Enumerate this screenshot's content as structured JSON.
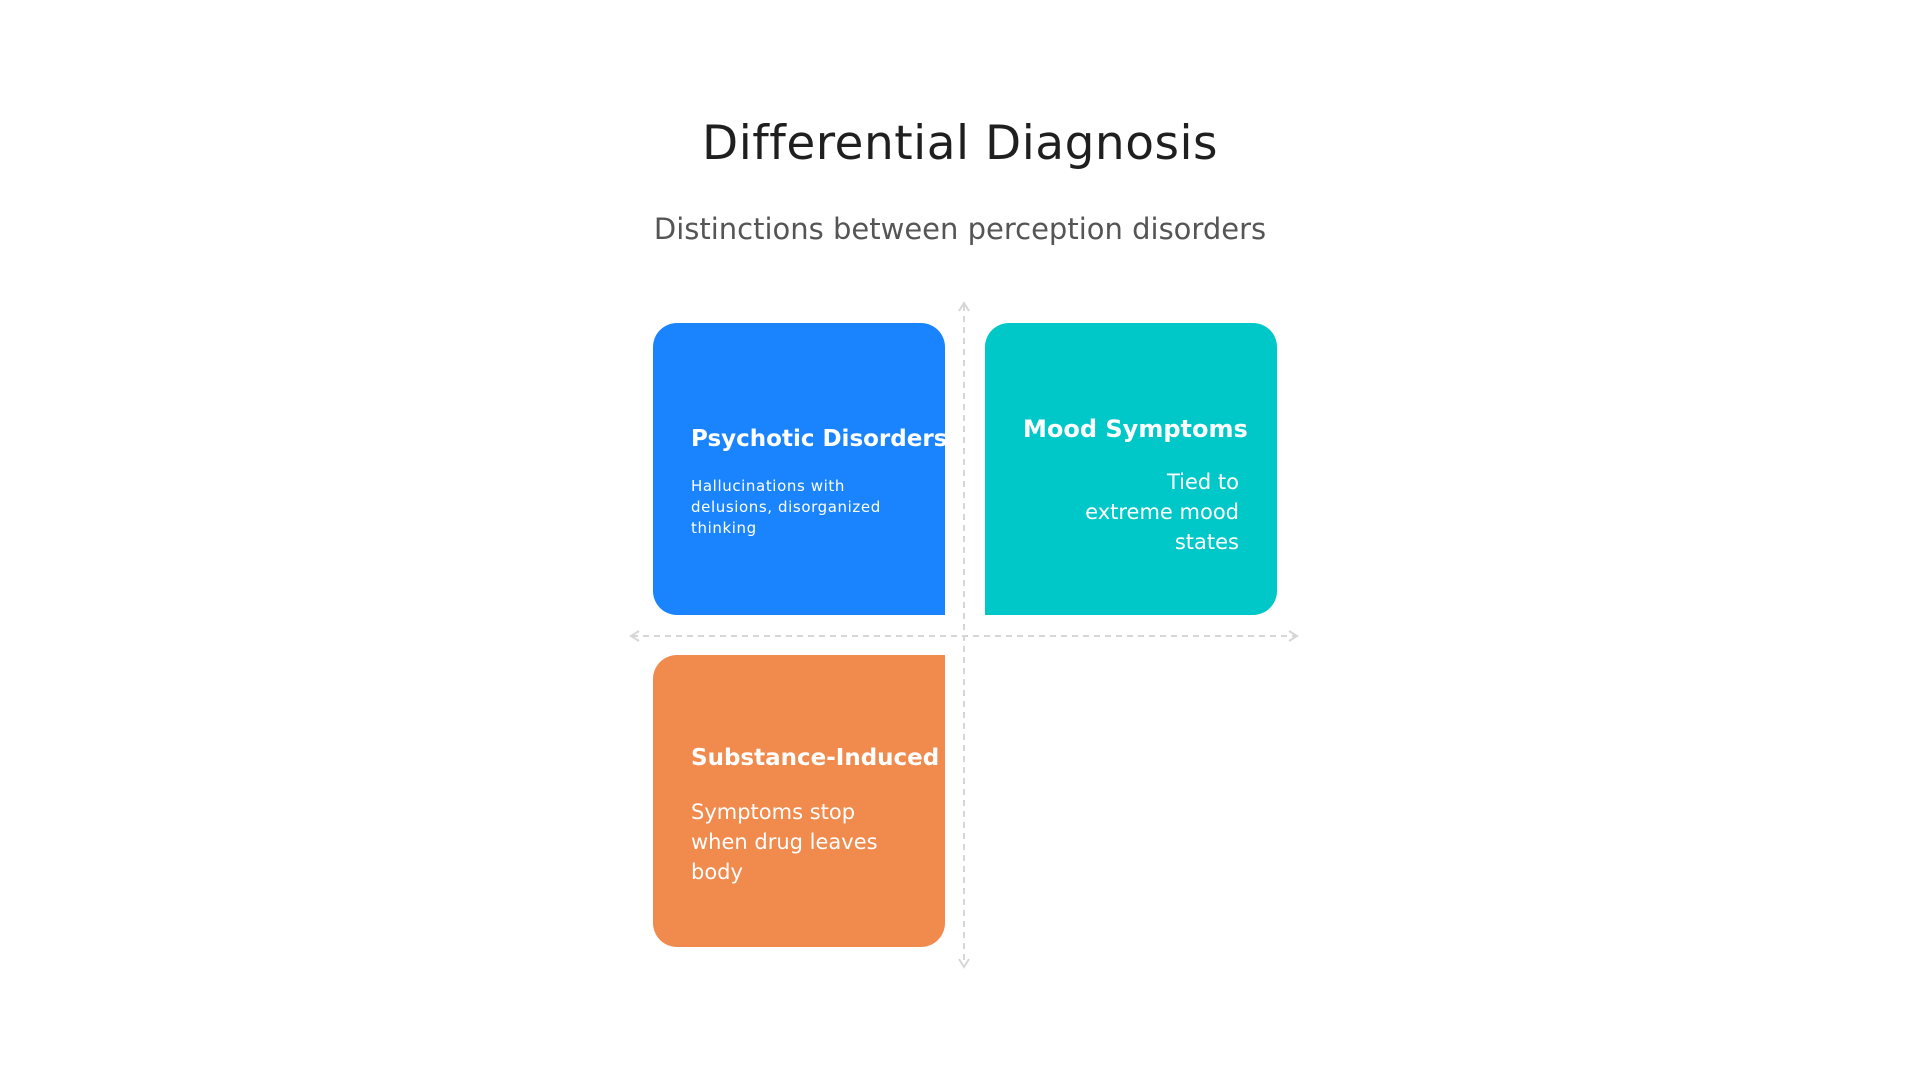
{
  "title": "Differential Diagnosis",
  "subtitle": "Distinctions between perception disorders",
  "quadrants": [
    {
      "title": "Psychotic Disorders",
      "description": "Hallucinations with delusions, disorganized thinking",
      "color": "#1a84ff"
    },
    {
      "title": "Mood Symptoms",
      "description": "Tied to extreme mood states",
      "color": "#00c8c8"
    },
    {
      "title": "Substance-Induced",
      "description": "Symptoms stop when drug leaves body",
      "color": "#f08a4d"
    }
  ],
  "colors": {
    "axis": "#d6d6d6",
    "title_text": "#1f1f1f",
    "subtitle_text": "#555555"
  }
}
